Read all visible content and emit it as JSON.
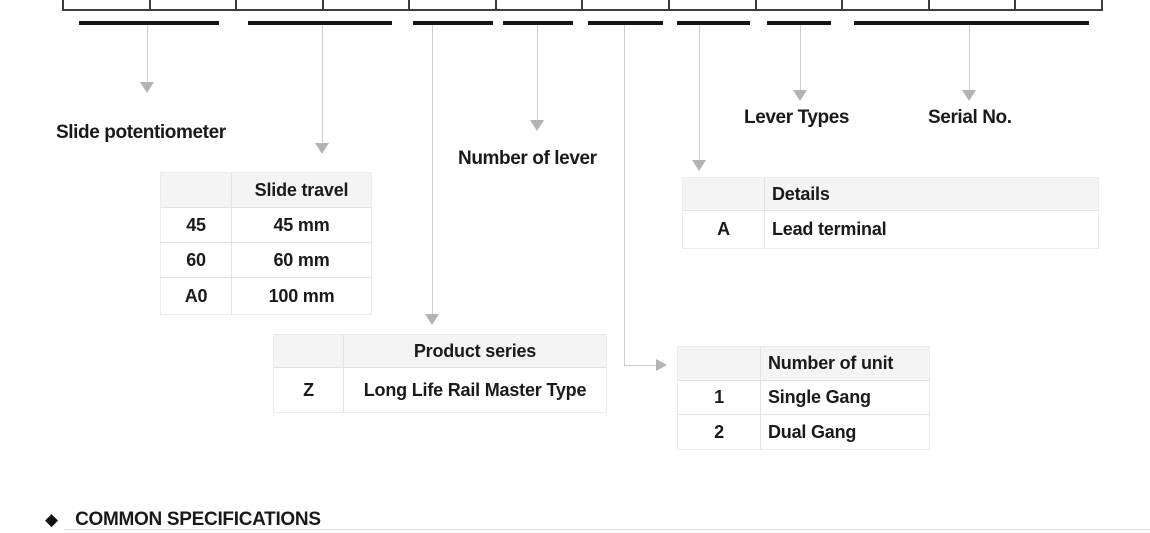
{
  "diagram": {
    "part_number_strip": {
      "cell_count": 12
    },
    "labels": {
      "slide_potentiometer": "Slide potentiometer",
      "number_of_lever": "Number of lever",
      "lever_types": "Lever Types",
      "serial_no": "Serial No."
    },
    "tables": {
      "slide_travel": {
        "header": [
          "",
          "Slide travel"
        ],
        "rows": [
          [
            "45",
            "45 mm"
          ],
          [
            "60",
            "60 mm"
          ],
          [
            "A0",
            "100 mm"
          ]
        ]
      },
      "product_series": {
        "header": [
          "",
          "Product series"
        ],
        "rows": [
          [
            "Z",
            "Long Life Rail Master Type"
          ]
        ]
      },
      "details": {
        "header": [
          "",
          "Details"
        ],
        "rows": [
          [
            "A",
            "Lead terminal"
          ]
        ]
      },
      "number_of_unit": {
        "header": [
          "",
          "Number of unit"
        ],
        "rows": [
          [
            "1",
            "Single Gang"
          ],
          [
            "2",
            "Dual Gang"
          ]
        ]
      }
    }
  },
  "section_heading": {
    "bullet": "◆",
    "title": "COMMON SPECIFICATIONS"
  },
  "colors": {
    "bar": "#151515",
    "connector": "#cccccc",
    "arrowhead": "#b3b3b3",
    "table_header_bg": "#f4f4f4",
    "table_border": "#e2e2e2",
    "strip_border": "#3c3c3c",
    "rule": "#dcdcdc",
    "text": "#1a1a1a"
  }
}
